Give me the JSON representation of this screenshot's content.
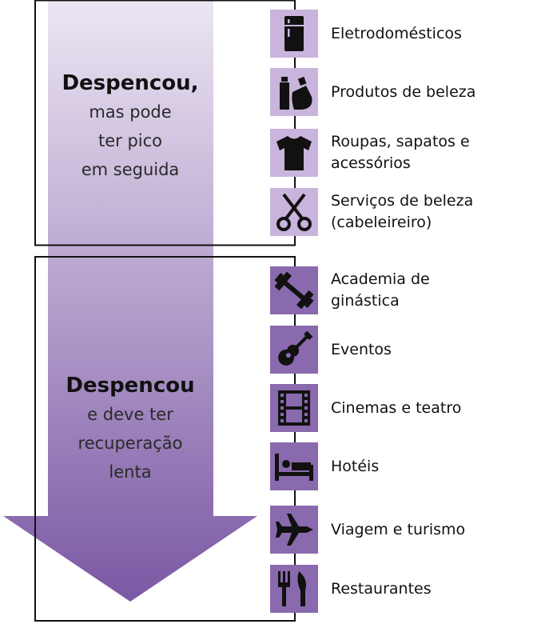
{
  "colors": {
    "arrow_top": "#ece6f3",
    "arrow_bottom": "#7b58a4",
    "group1_icon_bg": "#c8b4dc",
    "group2_icon_bg": "#8a6aae",
    "border": "#111111"
  },
  "groups": [
    {
      "heading": "Despencou,",
      "lines": [
        "mas pode",
        "ter pico",
        "em seguida"
      ],
      "items": [
        {
          "label": "Eletrodomésticos",
          "icon": "refrigerator-icon"
        },
        {
          "label": "Produtos de beleza",
          "icon": "beauty-products-icon"
        },
        {
          "label": "Roupas, sapatos e\nacessórios",
          "icon": "tshirt-icon"
        },
        {
          "label": "Serviços de beleza\n(cabeleireiro)",
          "icon": "scissors-icon"
        }
      ]
    },
    {
      "heading": "Despencou",
      "lines": [
        "e deve ter",
        "recuperação",
        "lenta"
      ],
      "items": [
        {
          "label": "Academia de\nginástica",
          "icon": "dumbbell-icon"
        },
        {
          "label": "Eventos",
          "icon": "guitar-icon"
        },
        {
          "label": "Cinemas e teatro",
          "icon": "film-icon"
        },
        {
          "label": "Hotéis",
          "icon": "bed-icon"
        },
        {
          "label": "Viagem e turismo",
          "icon": "airplane-icon"
        },
        {
          "label": "Restaurantes",
          "icon": "cutlery-icon"
        }
      ]
    }
  ]
}
